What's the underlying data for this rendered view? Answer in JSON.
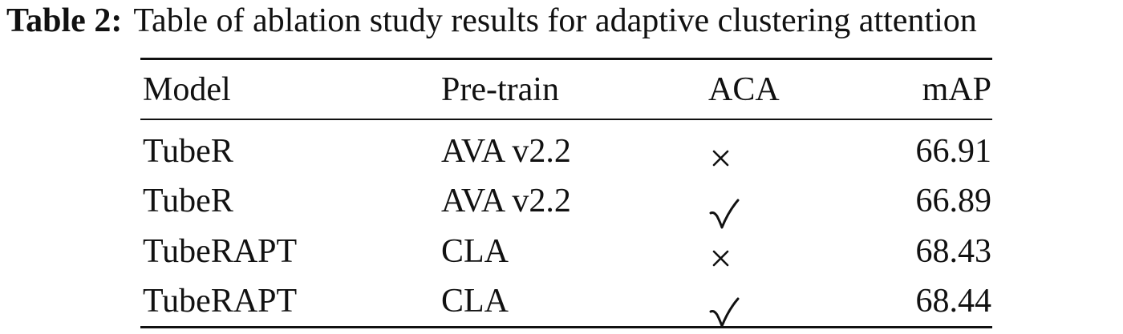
{
  "caption": {
    "label": "Table 2:",
    "text": "Table of ablation study results for adaptive clustering attention"
  },
  "table": {
    "headers": {
      "model": "Model",
      "pretrain": "Pre-train",
      "aca": "ACA",
      "map": "mAP"
    },
    "rows": [
      {
        "model": "TubeR",
        "pretrain": "AVA v2.2",
        "aca": "cross-icon",
        "map": "66.91"
      },
      {
        "model": "TubeR",
        "pretrain": "AVA v2.2",
        "aca": "check-icon",
        "map": "66.89"
      },
      {
        "model": "TubeRAPT",
        "pretrain": "CLA",
        "aca": "cross-icon",
        "map": "68.43"
      },
      {
        "model": "TubeRAPT",
        "pretrain": "CLA",
        "aca": "check-icon",
        "map": "68.44"
      }
    ]
  }
}
